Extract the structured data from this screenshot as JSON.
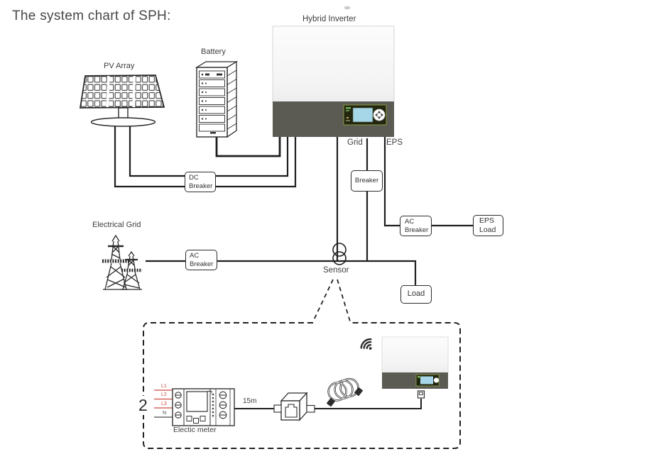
{
  "title": "The system chart of SPH:",
  "labels": {
    "hybrid_inverter": "Hybrid Inverter",
    "battery": "Battery",
    "pv_array": "PV Array",
    "electrical_grid": "Electrical Grid",
    "grid_port": "Grid",
    "eps_port": "EPS",
    "sensor": "Sensor"
  },
  "breakers": {
    "dc": {
      "line1": "DC",
      "line2": "Breaker"
    },
    "grid_breaker": "Breaker",
    "ac_grid": {
      "line1": "AC",
      "line2": "Breaker"
    },
    "ac_eps": {
      "line1": "AC",
      "line2": "Breaker"
    }
  },
  "loads": {
    "eps_load": {
      "line1": "EPS",
      "line2": "Load"
    },
    "load": "Load"
  },
  "inset": {
    "figure_number": "2",
    "phases": [
      "L1",
      "L2",
      "L3",
      "N"
    ],
    "meter_label": "Electic meter",
    "cable_length": "15m"
  },
  "colors": {
    "wire": "#1e1e1e",
    "inverter_band": "#5b5b53",
    "lcd_screen": "#a6d7e8",
    "display_frame_border": "#8a9a40",
    "phase_red": "#cf4a41",
    "text": "#3d3d3d"
  }
}
